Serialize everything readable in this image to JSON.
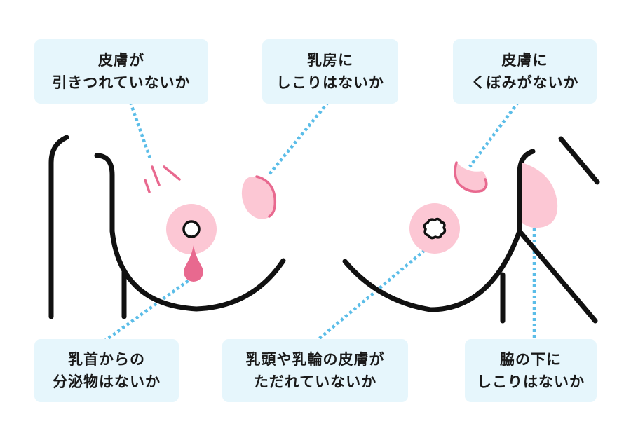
{
  "callouts": {
    "skin_tension": {
      "line1": "皮膚が",
      "line2": "引きつれていないか"
    },
    "breast_lump": {
      "line1": "乳房に",
      "line2": "しこりはないか"
    },
    "skin_dimple": {
      "line1": "皮膚に",
      "line2": "くぼみがないか"
    },
    "nipple_discharge": {
      "line1": "乳首からの",
      "line2": "分泌物はないか"
    },
    "areola_skin": {
      "line1": "乳頭や乳輪の皮膚が",
      "line2": "ただれていないか"
    },
    "armpit_lump": {
      "line1": "脇の下に",
      "line2": "しこりはないか"
    }
  },
  "colors": {
    "callout_bg": "#e6f6fc",
    "outline": "#111111",
    "light_pink": "#fcc7d4",
    "accent_pink": "#e8698f",
    "leader_line": "#5bbde8"
  }
}
